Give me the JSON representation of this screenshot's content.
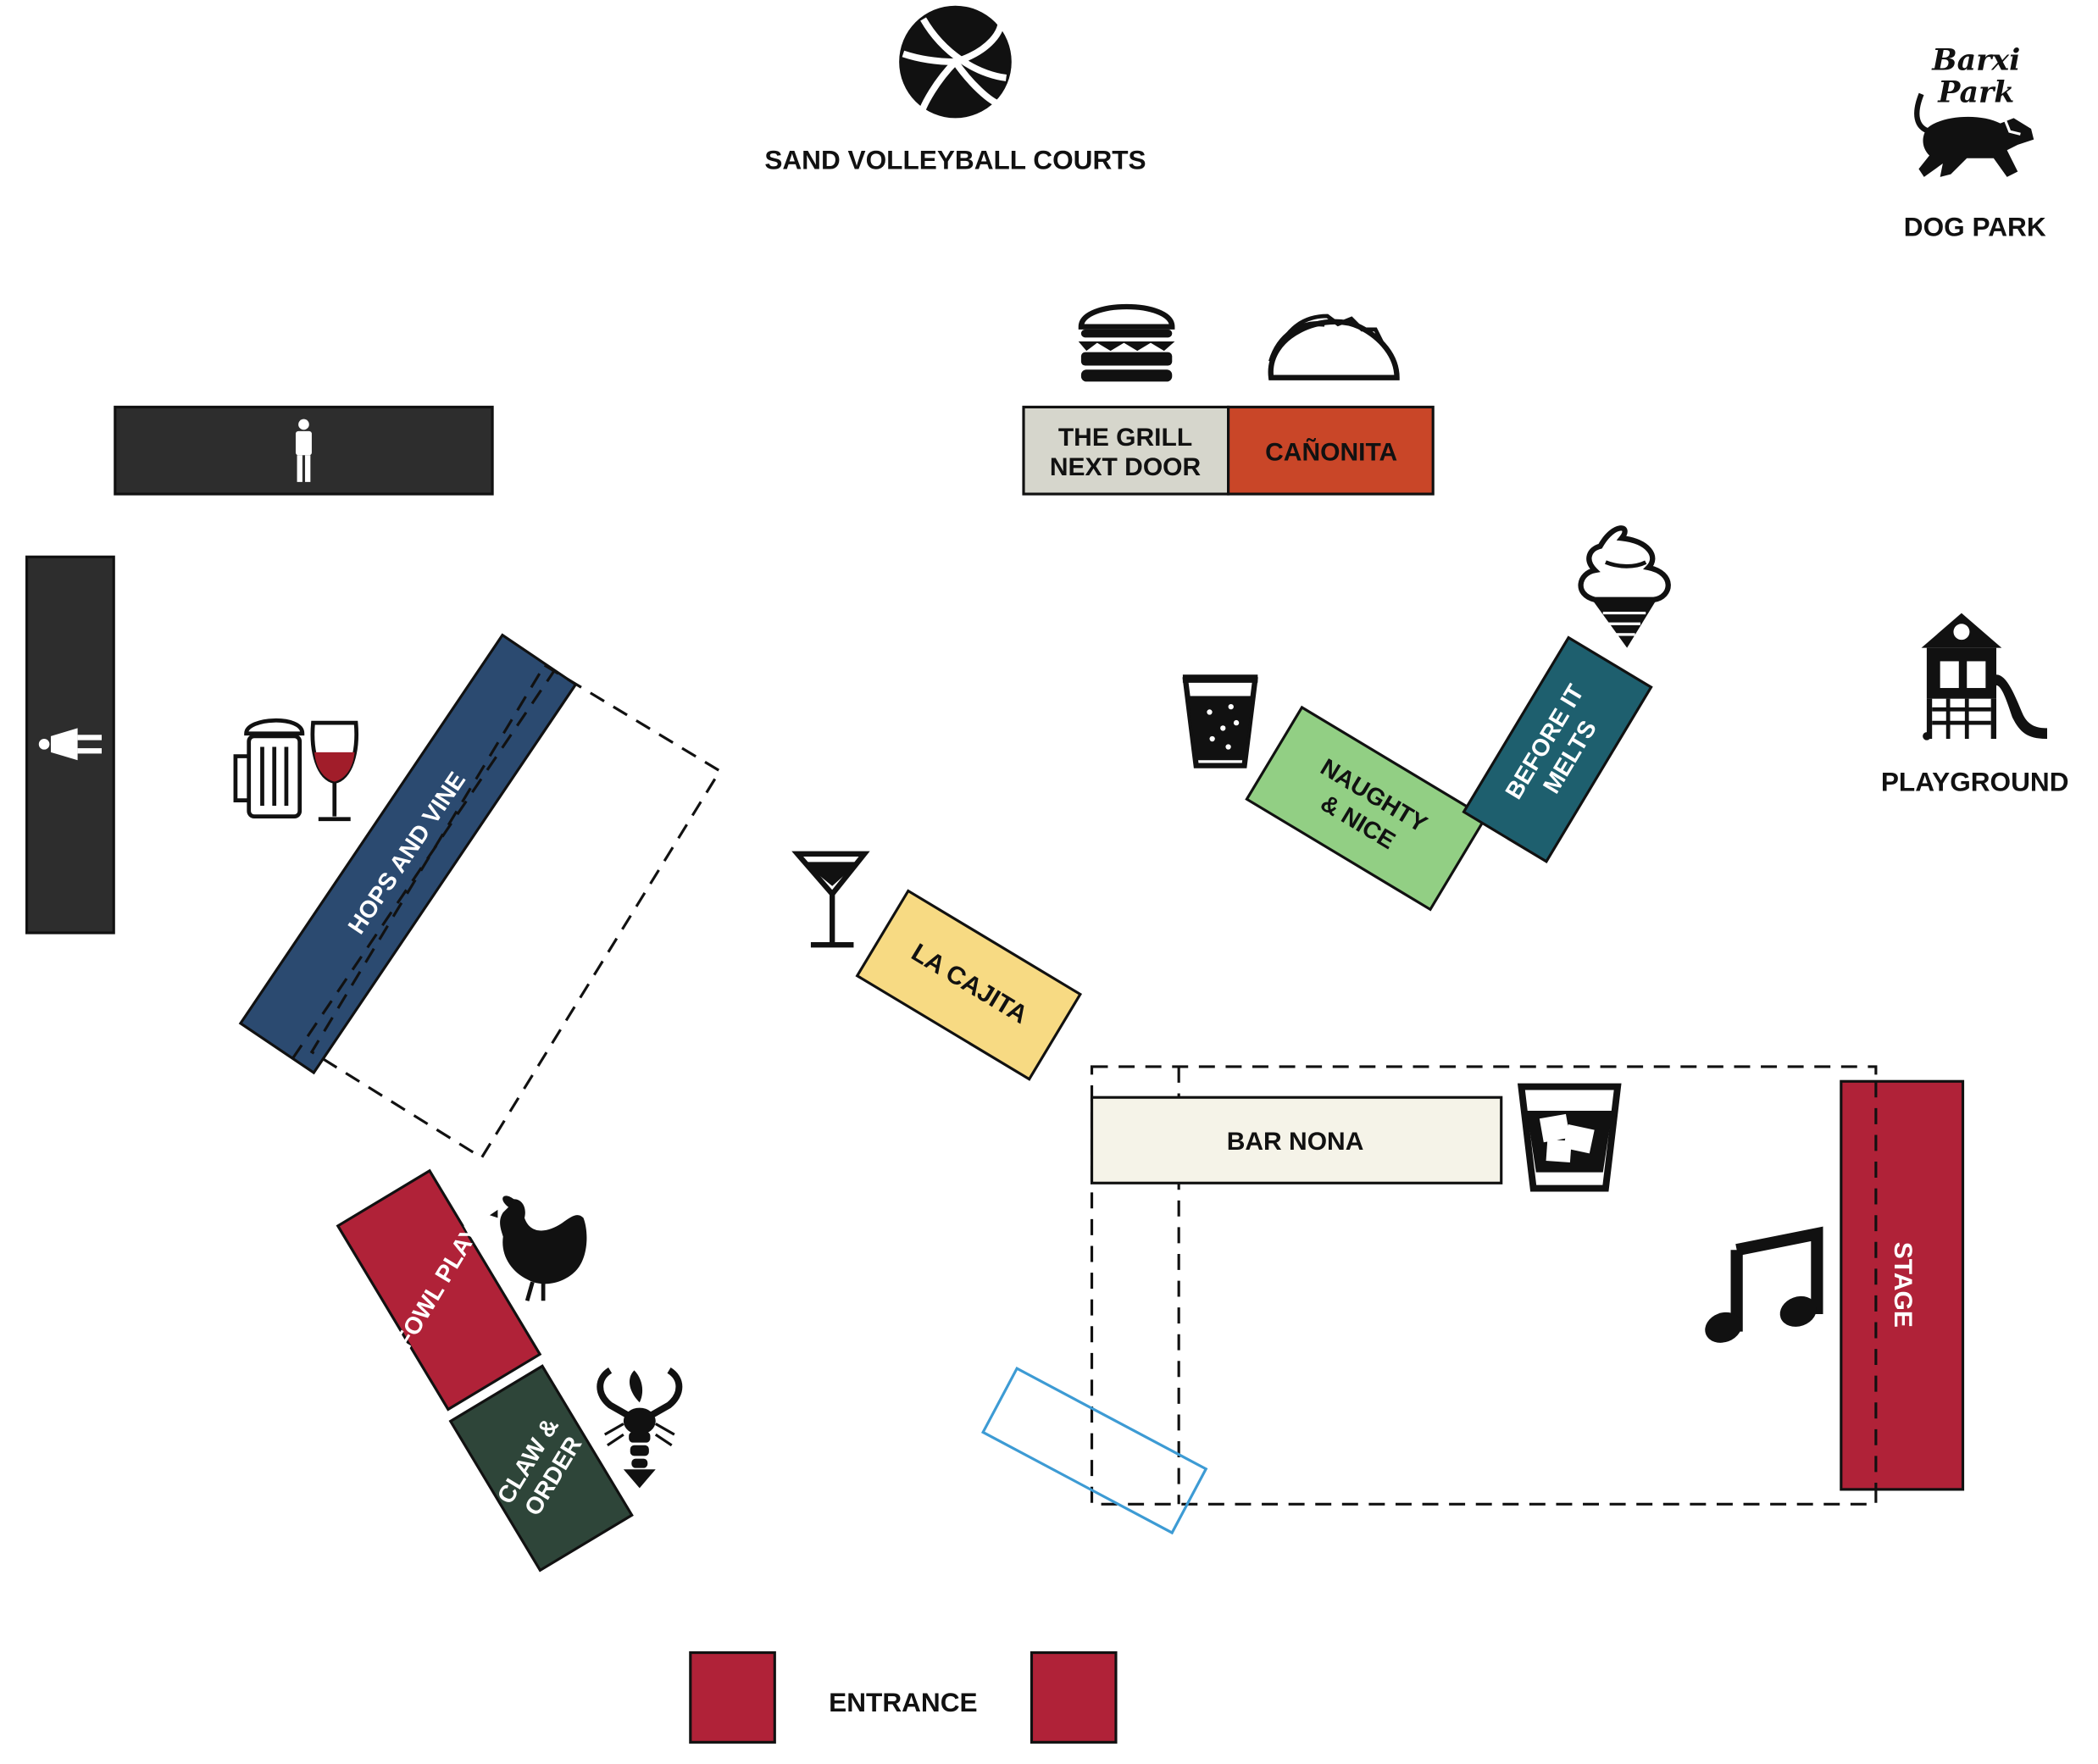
{
  "map": {
    "landmarks": {
      "volleyball": "SAND VOLLEYBALL COURTS",
      "dog_park_logo_line1": "Barxi",
      "dog_park_logo_line2": "Park",
      "dog_park": "DOG PARK",
      "playground": "PLAYGROUND",
      "entrance": "ENTRANCE"
    },
    "vendors": {
      "grill_line1": "THE GRILL",
      "grill_line2": "NEXT DOOR",
      "canonita": "CAÑONITA",
      "hops": "HOPS AND VINE",
      "naughty_line1": "NAUGHTY",
      "naughty_line2": "& NICE",
      "before_line1": "BEFORE IT",
      "before_line2": "MELTS",
      "la_cajita": "LA CAJITA",
      "bar_nona": "BAR NONA",
      "stage": "STAGE",
      "fowl_play": "FOWL PLAY",
      "claw_line1": "CLAW &",
      "claw_line2": "ORDER"
    },
    "colors": {
      "restroom": "#2d2d2d",
      "grill": "#d6d6cc",
      "canonita": "#c94628",
      "hops": "#2b4a70",
      "naughty": "#92cf84",
      "before": "#1e5f6e",
      "la_cajita": "#f7da83",
      "bar_nona": "#f5f3e8",
      "stage": "#b02238",
      "fowl_play": "#b02238",
      "claw": "#2e4539",
      "entrance": "#b02238",
      "accent_outline": "#3d9bd4"
    },
    "icons": [
      "volleyball-icon",
      "dog-icon",
      "restroom-men-icon",
      "restroom-women-icon",
      "burger-icon",
      "taco-icon",
      "ice-cream-icon",
      "soda-icon",
      "playground-icon",
      "beer-mug-icon",
      "wine-glass-icon",
      "cocktail-icon",
      "whiskey-glass-icon",
      "music-note-icon",
      "chicken-icon",
      "lobster-icon"
    ]
  }
}
